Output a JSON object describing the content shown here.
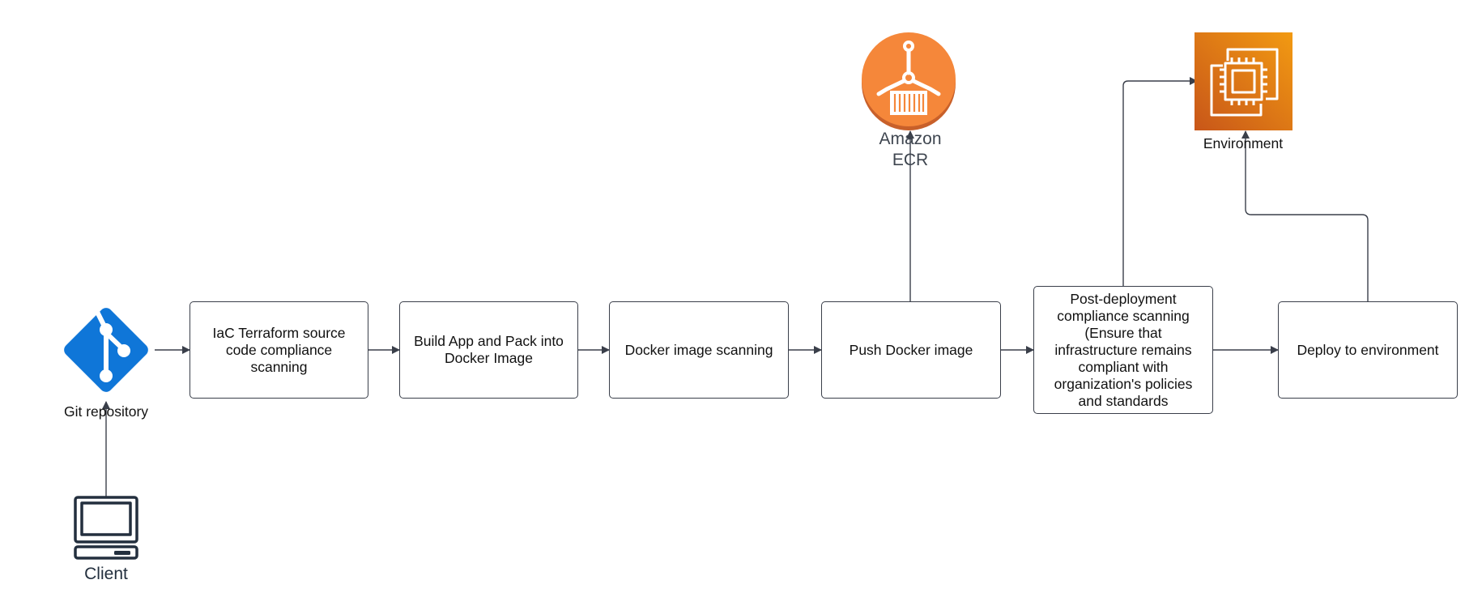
{
  "nodes": {
    "git": {
      "label": "Git repository"
    },
    "client": {
      "label": "Client"
    },
    "ecr": {
      "label_line1": "Amazon",
      "label_line2": "ECR"
    },
    "environment": {
      "label": "Environment"
    }
  },
  "steps": [
    {
      "label": "IaC Terraform source code compliance scanning"
    },
    {
      "label": "Build App and Pack into Docker Image"
    },
    {
      "label": "Docker image scanning"
    },
    {
      "label": "Push Docker image"
    },
    {
      "label": "Post-deployment compliance scanning (Ensure that infrastructure remains compliant with organization's policies and standards"
    },
    {
      "label": "Deploy to environment"
    }
  ],
  "colors": {
    "git_blue": "#0f76d8",
    "ecr_orange": "#f5873a",
    "ecr_dark": "#c8602a",
    "env_orange_start": "#f29a12",
    "env_orange_end": "#c85619",
    "line": "#3a3f4a"
  }
}
